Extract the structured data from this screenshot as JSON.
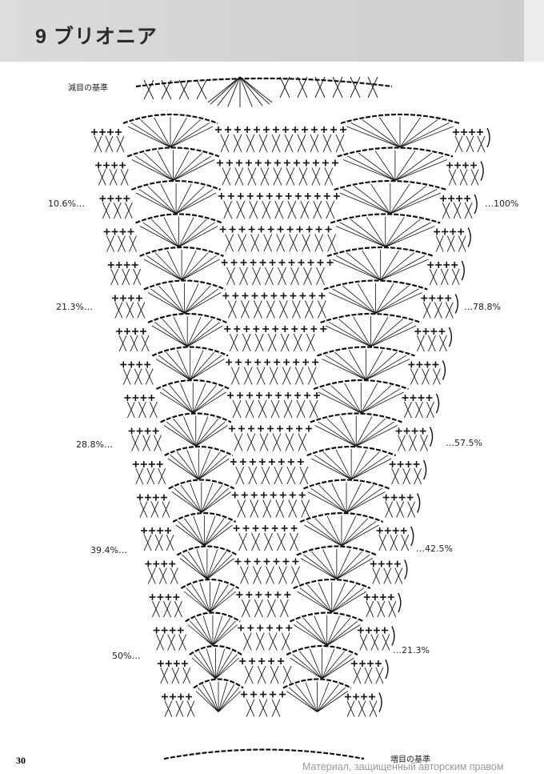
{
  "header": {
    "title": "9 ブリオニア"
  },
  "labels": {
    "decrease_reference": "減目の基準",
    "increase_reference": "増目の基準"
  },
  "left_percentages": [
    "10.6%…",
    "21.3%…",
    "28.8%…",
    "39.4%…",
    "50%…"
  ],
  "right_percentages": [
    "…100%",
    "…78.8%",
    "…57.5%",
    "…42.5%",
    "…21.3%"
  ],
  "page_number": "30",
  "watermark": "Материал, защищенный авторским правом",
  "chart": {
    "rows": 18,
    "ink_color": "#111111"
  }
}
